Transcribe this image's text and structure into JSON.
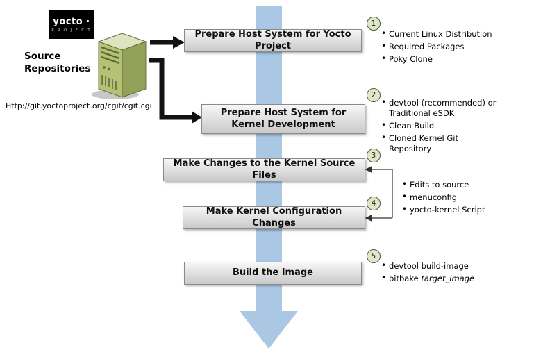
{
  "logo": {
    "title": "yocto ·",
    "subtitle": "P R O J E C T"
  },
  "source": {
    "line1": "Source",
    "line2": "Repositories",
    "url": "Http://git.yoctoproject.org/cgit/cgit.cgi"
  },
  "boxes": {
    "b1": "Prepare Host System for Yocto Project",
    "b2": "Prepare Host System for Kernel Development",
    "b3": "Make Changes to the Kernel Source Files",
    "b4": "Make Kernel Configuration Changes",
    "b5": "Build the Image"
  },
  "badges": {
    "n1": "1",
    "n2": "2",
    "n3": "3",
    "n4": "4",
    "n5": "5"
  },
  "lists": {
    "step1": [
      "Current Linux Distribution",
      "Required Packages",
      "Poky Clone"
    ],
    "step2": [
      "devtool (recommended) or Traditional eSDK",
      "Clean Build",
      "Cloned Kernel Git Repository"
    ],
    "steps34": [
      "Edits to source",
      "menuconfig",
      "yocto-kernel Script"
    ],
    "step5": {
      "item1": "devtool build-image",
      "item2_prefix": "bitbake ",
      "item2_italic": "target_image"
    }
  },
  "colors": {
    "flow_arrow_blue": "#aac7e4",
    "box_gradient_top": "#f7f7f7",
    "box_gradient_bottom": "#c9c9c9",
    "badge_fill": "#dfe7c8",
    "tower_front": "#b5c175",
    "tower_side": "#93a259",
    "tower_top": "#dfe3c0"
  }
}
